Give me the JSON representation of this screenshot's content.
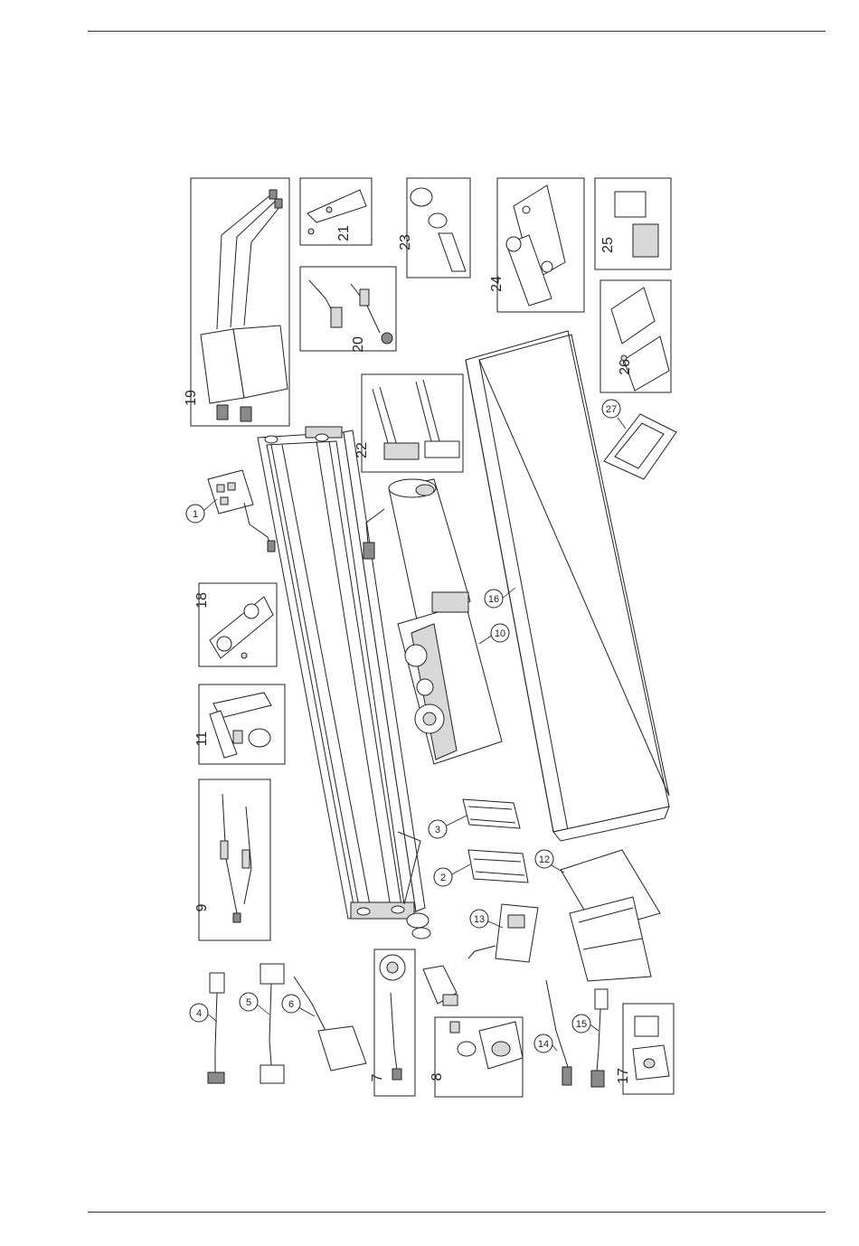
{
  "parts": [
    {
      "id": "p1",
      "label": "1"
    },
    {
      "id": "p2",
      "label": "2"
    },
    {
      "id": "p3",
      "label": "3"
    },
    {
      "id": "p4",
      "label": "4"
    },
    {
      "id": "p5",
      "label": "5"
    },
    {
      "id": "p6",
      "label": "6"
    },
    {
      "id": "p7",
      "label": "7"
    },
    {
      "id": "p8",
      "label": "8"
    },
    {
      "id": "p9",
      "label": "9"
    },
    {
      "id": "p10",
      "label": "10"
    },
    {
      "id": "p11",
      "label": "11"
    },
    {
      "id": "p12",
      "label": "12"
    },
    {
      "id": "p13",
      "label": "13"
    },
    {
      "id": "p14",
      "label": "14"
    },
    {
      "id": "p15",
      "label": "15"
    },
    {
      "id": "p16",
      "label": "16"
    },
    {
      "id": "p17",
      "label": "17"
    },
    {
      "id": "p18",
      "label": "18"
    },
    {
      "id": "p19",
      "label": "19"
    },
    {
      "id": "p20",
      "label": "20"
    },
    {
      "id": "p21",
      "label": "21"
    },
    {
      "id": "p22",
      "label": "22"
    },
    {
      "id": "p23",
      "label": "23"
    },
    {
      "id": "p24",
      "label": "24"
    },
    {
      "id": "p25",
      "label": "25"
    },
    {
      "id": "p26",
      "label": "26"
    },
    {
      "id": "p27",
      "label": "27"
    }
  ]
}
